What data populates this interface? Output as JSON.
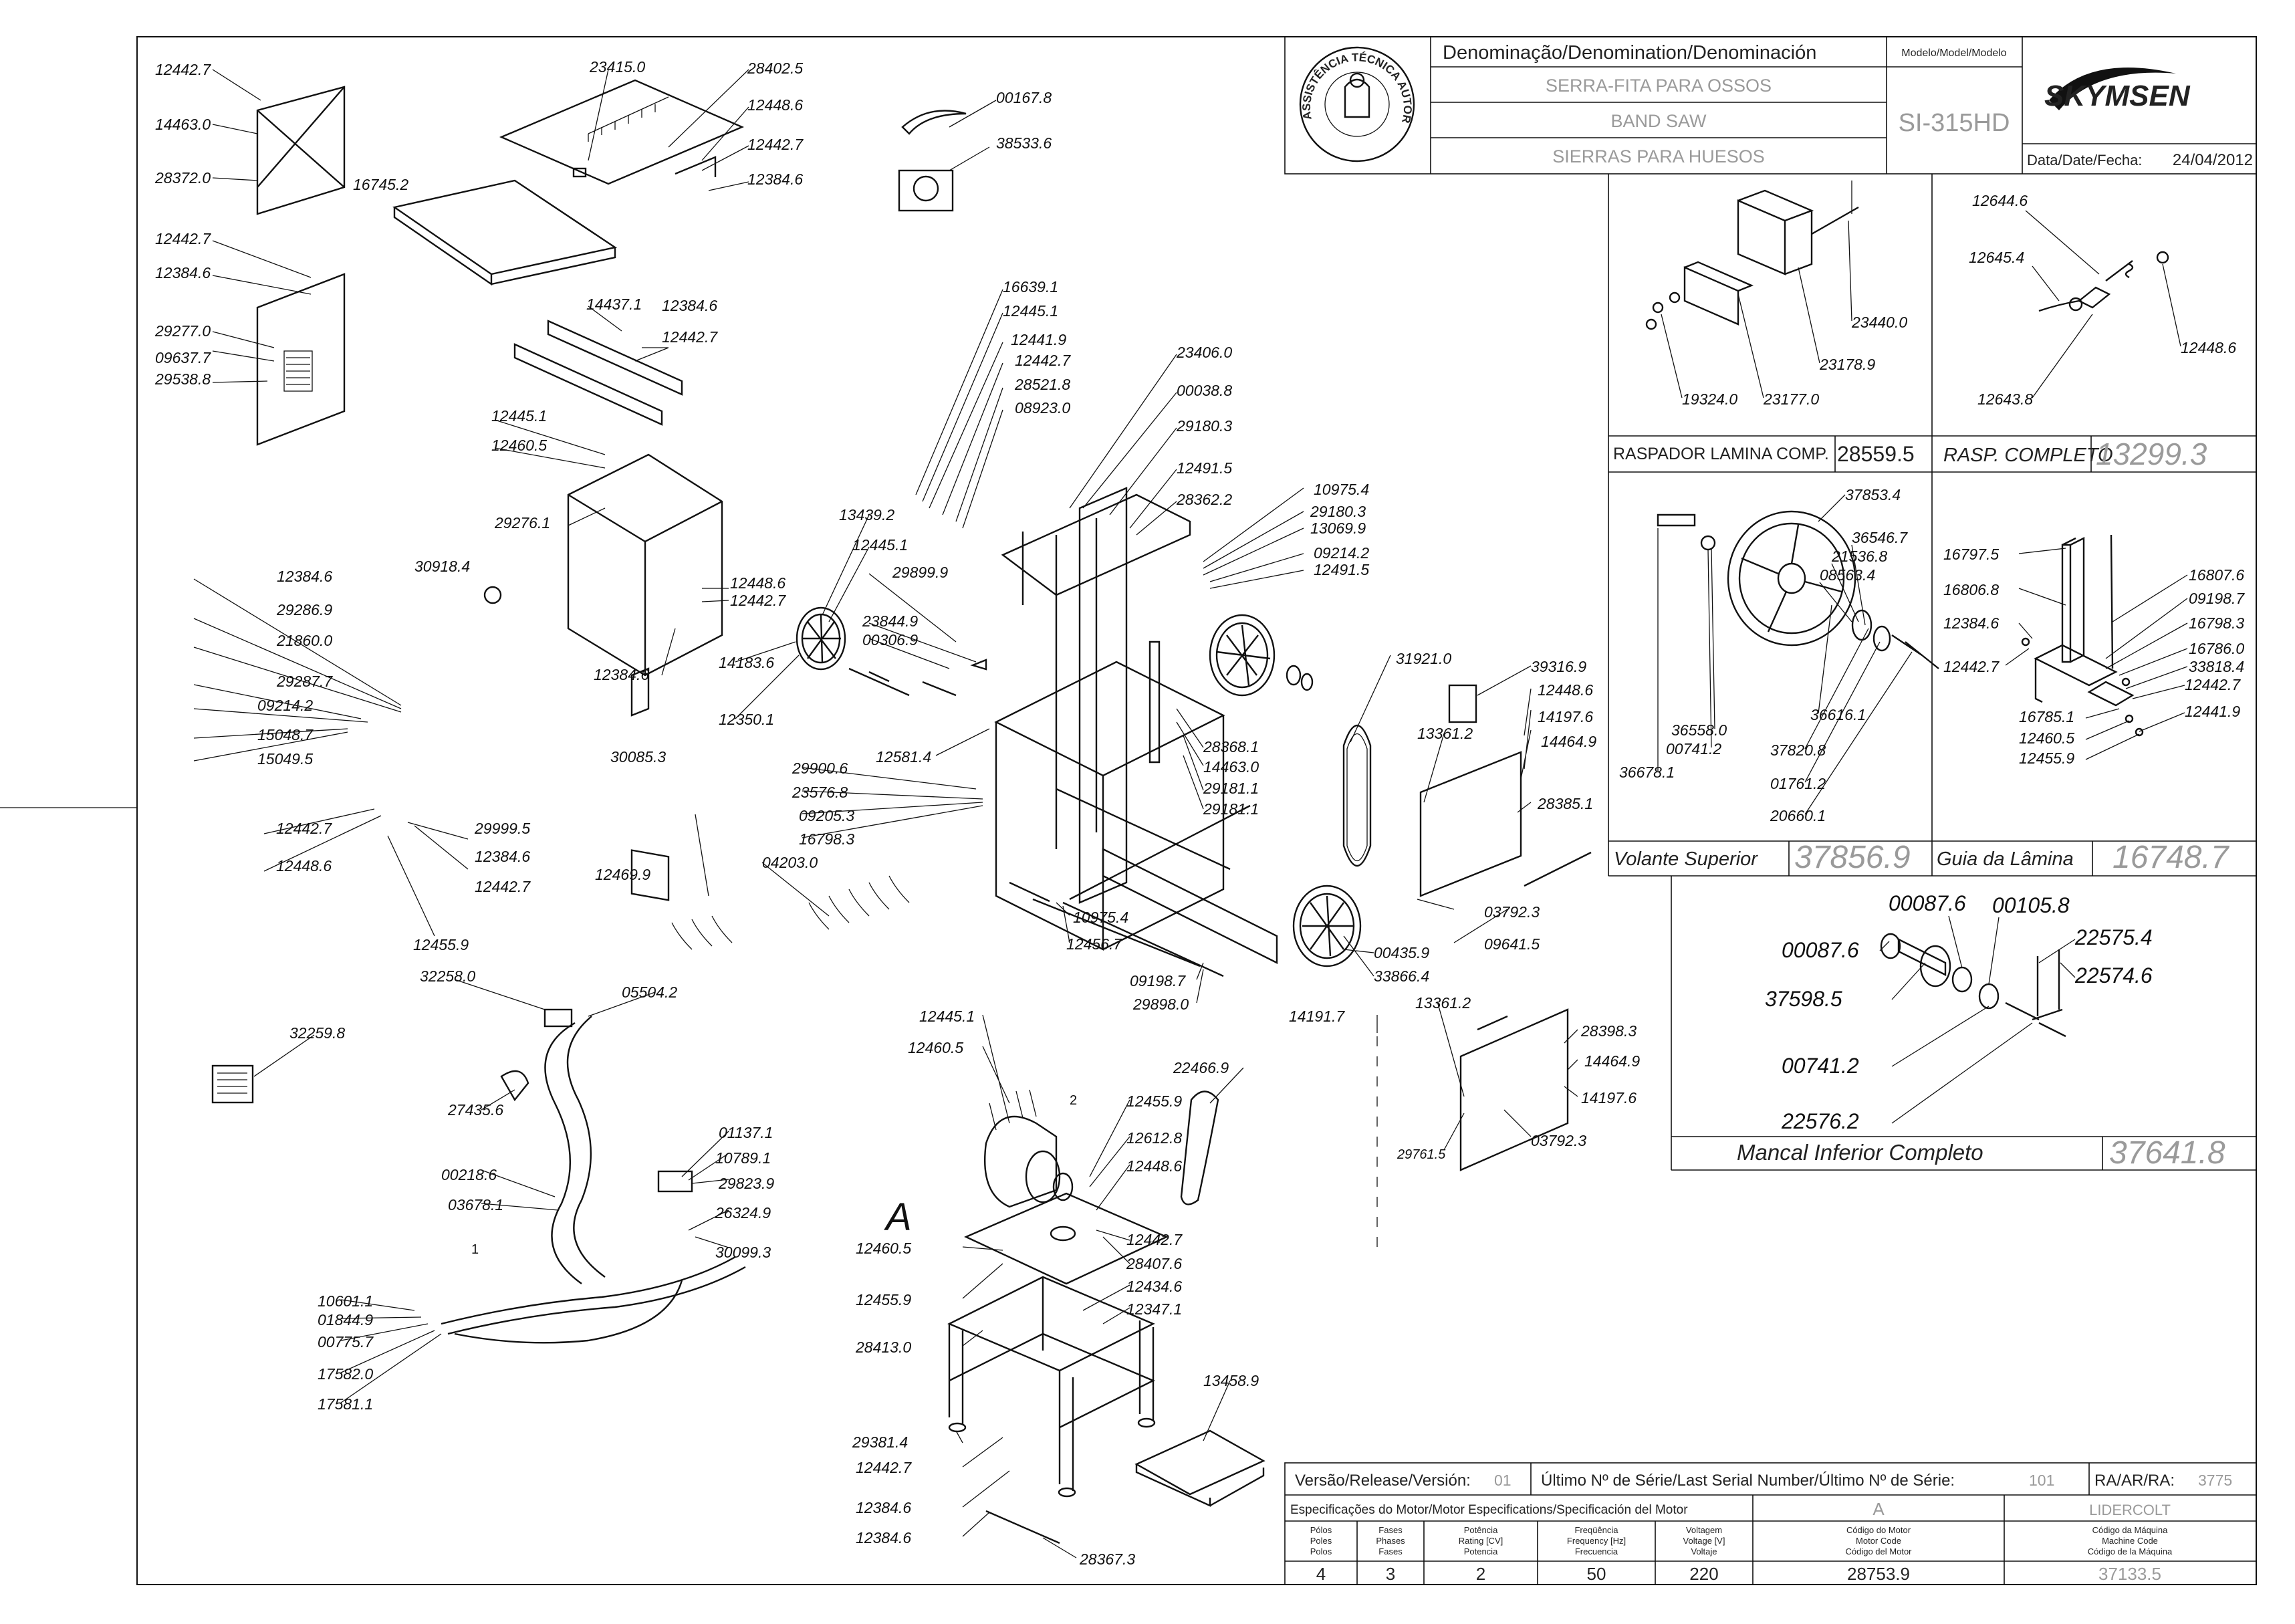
{
  "title_block": {
    "denomination_header": "Denominação/Denomination/Denominación",
    "name_pt": "SERRA-FITA PARA OSSOS",
    "name_en": "BAND SAW",
    "name_es": "SIERRAS PARA HUESOS",
    "model_header": "Modelo/Model/Modelo",
    "model": "SI-315HD",
    "brand": "SKYMSEN",
    "date_label": "Data/Date/Fecha:",
    "date": "24/04/2012",
    "seal_text": "ASSISTÊNCIA TÉCNICA AUTORIZADA"
  },
  "panels": {
    "scraper": {
      "name": "RASPADOR LAMINA COMP.",
      "code": "28559.5",
      "complete_name": "RASP. COMPLETO",
      "complete_code": "13299.3",
      "parts": [
        "23440.0",
        "23178.9",
        "19324.0",
        "23177.0"
      ]
    },
    "tensioner": {
      "parts": [
        "12644.6",
        "12645.4",
        "12448.6",
        "12643.8"
      ]
    },
    "upper_wheel": {
      "name": "Volante Superior",
      "code": "37856.9",
      "parts": [
        "37853.4",
        "36546.7",
        "21536.8",
        "08563.4",
        "36558.0",
        "00741.2",
        "36678.1",
        "36616.1",
        "37820.8",
        "01761.2",
        "20660.1"
      ]
    },
    "blade_guide": {
      "name": "Guia da Lâmina",
      "code": "16748.7",
      "parts": [
        "16797.5",
        "16807.6",
        "16806.8",
        "09198.7",
        "16798.3",
        "12384.6",
        "16786.0",
        "12442.7",
        "33818.4",
        "12442.7",
        "16785.1",
        "12441.9",
        "12460.5",
        "12455.9"
      ]
    },
    "lower_bearing": {
      "name": "Mancal Inferior Completo",
      "code": "37641.8",
      "parts": [
        "00087.6",
        "00105.8",
        "22575.4",
        "00087.6",
        "22574.6",
        "37598.5",
        "00741.2",
        "22576.2"
      ]
    }
  },
  "main_labels": [
    "12442.7",
    "14463.0",
    "28372.0",
    "23415.0",
    "28402.5",
    "12448.6",
    "12442.7",
    "12384.6",
    "16745.2",
    "00167.8",
    "38533.6",
    "12442.7",
    "12384.6",
    "29277.0",
    "09637.7",
    "29538.8",
    "14437.1",
    "12384.6",
    "12442.7",
    "12445.1",
    "12460.5",
    "29276.1",
    "30918.4",
    "12448.6",
    "12442.7",
    "12384.6",
    "30085.3",
    "12384.6",
    "29286.9",
    "21860.0",
    "29287.7",
    "09214.2",
    "15048.7",
    "15049.5",
    "12442.7",
    "12448.6",
    "29999.5",
    "12384.6",
    "12442.7",
    "12455.9",
    "12469.9",
    "16639.1",
    "12445.1",
    "12441.9",
    "12442.7",
    "28521.8",
    "08923.0",
    "23406.0",
    "00038.8",
    "29180.3",
    "12491.5",
    "28362.2",
    "13439.2",
    "12445.1",
    "29899.9",
    "23844.9",
    "00306.9",
    "14183.6",
    "12350.1",
    "12581.4",
    "10975.4",
    "29180.3",
    "13069.9",
    "09214.2",
    "12491.5",
    "31921.0",
    "39316.9",
    "12448.6",
    "14197.6",
    "14464.9",
    "13361.2",
    "28385.1",
    "28368.1",
    "14463.0",
    "29181.1",
    "29181.1",
    "29900.6",
    "23576.8",
    "09205.3",
    "16798.3",
    "04203.0",
    "10975.4",
    "12456.7",
    "09198.7",
    "29898.0",
    "00435.9",
    "33866.4",
    "03792.3",
    "09641.5",
    "14191.7",
    "13361.2",
    "28398.3",
    "14464.9",
    "14197.6",
    "29761.5",
    "03792.3",
    "32258.0",
    "05504.2",
    "32259.8",
    "27435.6",
    "01137.1",
    "10789.1",
    "29823.9",
    "00218.6",
    "03678.1",
    "26324.9",
    "30099.3",
    "10601.1",
    "01844.9",
    "00775.7",
    "17582.0",
    "17581.1",
    "12445.1",
    "12460.5",
    "12455.9",
    "12612.8",
    "12448.6",
    "12442.7",
    "28407.6",
    "12460.5",
    "12455.9",
    "12434.6",
    "12347.1",
    "28413.0",
    "22466.9",
    "13458.9",
    "29381.4",
    "12442.7",
    "12384.6",
    "12384.6",
    "28367.3"
  ],
  "callouts": {
    "motor_view": "A",
    "wire_1": "1",
    "wire_2": "2"
  },
  "footer": {
    "release_label": "Versão/Release/Versión:",
    "release": "01",
    "serial_label": "Último Nº de Série/Last Serial Number/Último Nº de Série:",
    "serial": "101",
    "ra_label": "RA/AR/RA:",
    "ra": "3775",
    "motor_spec_label": "Especificações do Motor/Motor Especifications/Specificación del Motor",
    "motor_letter": "A",
    "motor_maker": "LIDERCOLT",
    "columns": [
      {
        "h1": "Pólos",
        "h2": "Poles",
        "h3": "Polos",
        "value": "4"
      },
      {
        "h1": "Fases",
        "h2": "Phases",
        "h3": "Fases",
        "value": "3"
      },
      {
        "h1": "Potência",
        "h2": "Rating [CV]",
        "h3": "Potencia",
        "value": "2"
      },
      {
        "h1": "Freqüência",
        "h2": "Frequency [Hz]",
        "h3": "Frecuencia",
        "value": "50"
      },
      {
        "h1": "Voltagem",
        "h2": "Voltage [V]",
        "h3": "Voltaje",
        "value": "220"
      },
      {
        "h1": "Código do Motor",
        "h2": "Motor Code",
        "h3": "Código del Motor",
        "value": "28753.9"
      },
      {
        "h1": "Código da Máquina",
        "h2": "Machine Code",
        "h3": "Código de la Máquina",
        "value": "37133.5"
      }
    ]
  }
}
